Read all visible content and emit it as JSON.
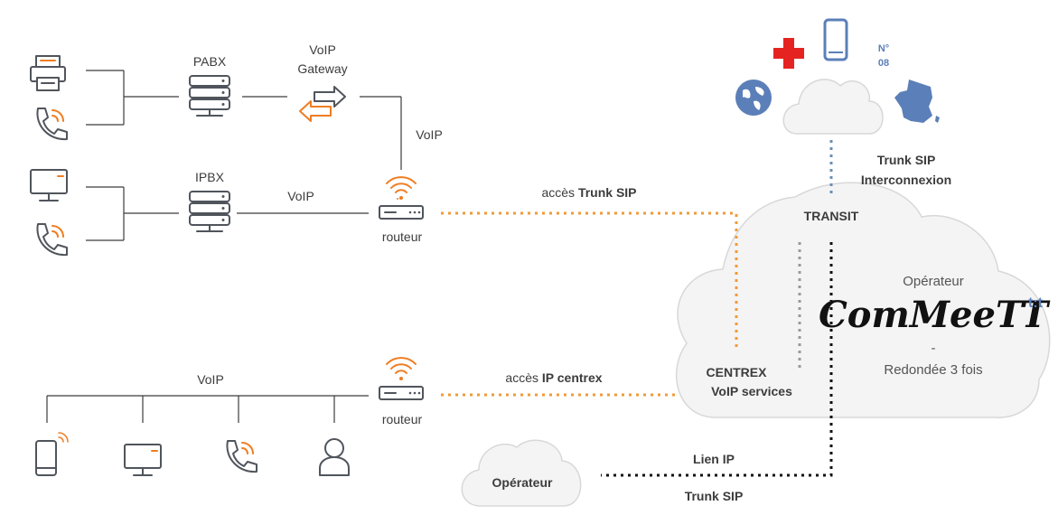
{
  "labels": {
    "pabx": "PABX",
    "voip_gateway_1": "VoIP",
    "voip_gateway_2": "Gateway",
    "ipbx": "IPBX",
    "voip_top_right": "VoIP",
    "voip_mid": "VoIP",
    "voip_bottom": "VoIP",
    "router_top": "routeur",
    "router_bottom": "routeur",
    "acces_trunk_prefix": "accès ",
    "acces_trunk_bold": "Trunk SIP",
    "acces_ip_prefix": "accès ",
    "acces_ip_bold": "IP centrex",
    "trunk_sip_1": "Trunk SIP",
    "trunk_sip_2": "Interconnexion",
    "transit": "TRANSIT",
    "operateur": "Opérateur",
    "logo": "ComMeeTT",
    "logo_badge": "t:t",
    "dash": "-",
    "redondee": "Redondée 3 fois",
    "centrex_1": "CENTREX",
    "centrex_2": "VoIP services",
    "lien_ip": "Lien IP",
    "trunk_sip_bottom": "Trunk SIP",
    "operateur_small": "Opérateur",
    "badge_no": "N°",
    "badge_08": "08"
  },
  "colors": {
    "orange": "#ef7d22",
    "icon_gray": "#50555c",
    "cloud_fill": "#f4f4f4",
    "red_cross": "#e52421",
    "map_blue": "#5b7fb8"
  },
  "icons": [
    "printer-icon",
    "phone-icon",
    "monitor-icon",
    "server-icon",
    "gateway-arrows-icon",
    "router-icon",
    "mobile-icon",
    "user-icon",
    "red-cross-icon",
    "smartphone-icon",
    "globe-icon",
    "france-map-icon",
    "cloud-icon"
  ]
}
